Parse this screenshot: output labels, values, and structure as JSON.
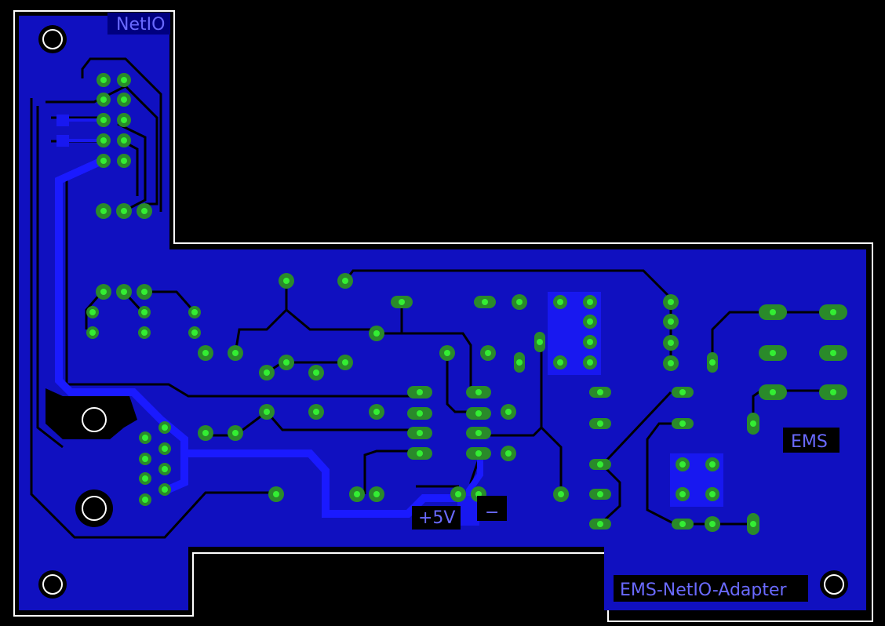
{
  "labels": {
    "netio": "NetIO",
    "ems": "EMS",
    "power": "+5V",
    "board_name": "EMS-NetIO-Adapter",
    "minus": "−"
  },
  "colors": {
    "background": "#000000",
    "copper": "#1010c0",
    "trace": "#000000",
    "thick_trace": "#1818f0",
    "pad_fill": "#2a8a2a",
    "pad_ring": "#33ee33",
    "label_bg": "#000080",
    "label_text": "#6a6aff",
    "outline": "#ffffff"
  }
}
